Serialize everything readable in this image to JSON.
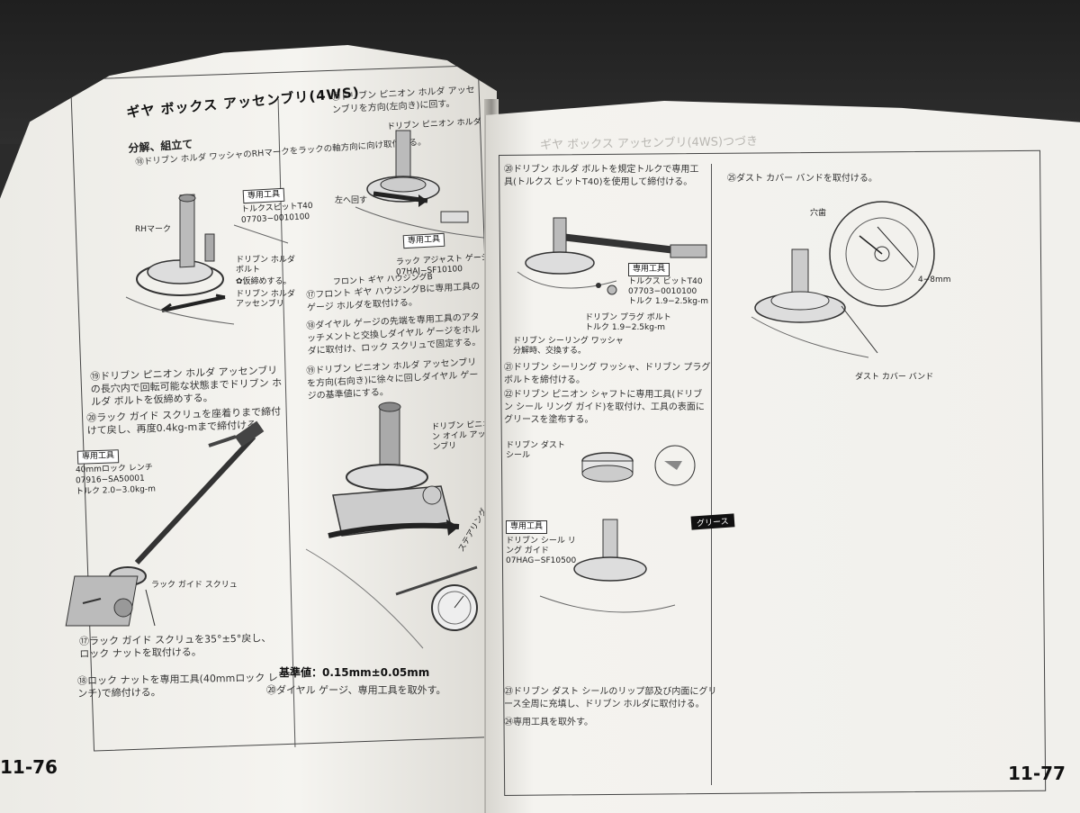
{
  "left_page": {
    "title": "ギヤ ボックス アッセンブリ(4WS)",
    "subtitle": "分解、組立て",
    "col1": {
      "step_intro": "⑱ドリブン ホルダ ワッシャのRHマークをラックの軸方向に向け取付ける。",
      "fig1": {
        "tool_tag": "専用工具",
        "tool_name": "トルクスビットT40",
        "tool_number": "07703−0010100",
        "rh_mark": "RHマーク",
        "holder_bolt": "ドリブン ホルダ ボルト",
        "replace_note": "✿仮締めする。",
        "holder_assy": "ドリブン ホルダ アッセンブリ"
      },
      "step_a": "⑲ドリブン ピニオン ホルダ アッセンブリの長穴内で回転可能な状態までドリブン ホルダ ボルトを仮締めする。",
      "step_b": "⑳ラック ガイド スクリュを座着りまで締付けて戻し、再度0.4kg-mまで締付ける。",
      "fig2": {
        "tool_tag": "専用工具",
        "tool_name": "40mmロック レンチ",
        "tool_number": "07916−SA50001",
        "torque": "トルク 2.0−3.0kg-m",
        "screw_label": "ラック ガイド スクリュ"
      },
      "step_c": "⑰ラック ガイド スクリュを35°±5°戻し、ロック ナットを取付ける。",
      "step_d": "⑱ロック ナットを専用工具(40mmロック レンチ)で締付ける。"
    },
    "col2": {
      "step_intro": "⑯ドリブン ピニオン ホルダ アッセンブリを方向(左向き)に回す。",
      "fig3": {
        "pinion_label": "ドリブン ピニオン ホルダ アッセンブリ",
        "turn_left": "左へ回す",
        "tool_tag": "専用工具",
        "tool_name": "ラック アジャスト ゲージ",
        "tool_number": "07HAJ−SF10100",
        "front_housing": "フロント ギヤ ハウジングB"
      },
      "step_a": "⑰フロント ギヤ ハウジングBに専用工具のゲージ ホルダを取付ける。",
      "step_b": "⑱ダイヤル ゲージの先端を専用工具のアタッチメントと交換しダイヤル ゲージをホルダに取付け、ロック スクリュで固定する。",
      "step_c": "⑲ドリブン ピニオン ホルダ アッセンブリを方向(右向き)に徐々に回しダイヤル ゲージの基準値にする。",
      "fig4": {
        "pinion_label": "ドリブン ピニオン オイル アッセンブリ",
        "steering_label": "ステアリング"
      },
      "spec": "基準値：0.15mm±0.05mm",
      "step_d": "⑳ダイヤル ゲージ、専用工具を取外す。"
    },
    "page_number": "11-76"
  },
  "right_page": {
    "ghost_title": "ギヤ ボックス アッセンブリ(4WS)つづき",
    "col1": {
      "step_intro": "⑳ドリブン ホルダ ボルトを規定トルクで専用工具(トルクス ビットT40)を使用して締付ける。",
      "fig5": {
        "tool_tag": "専用工具",
        "tool_name": "トルクス ビットT40",
        "tool_number": "07703−0010100",
        "torque": "トルク 1.9−2.5kg-m",
        "plug_bolt": "ドリブン プラグ ボルト",
        "plug_torque": "トルク 1.9−2.5kg-m",
        "washer": "ドリブン シーリング ワッシャ",
        "washer_note": "分解時、交換する。"
      },
      "step_a": "㉑ドリブン シーリング ワッシャ、ドリブン プラグ ボルトを締付ける。",
      "step_b": "㉒ドリブン ピニオン シャフトに専用工具(ドリブン シール リング ガイド)を取付け、工具の表面にグリースを塗布する。",
      "fig6": {
        "dust_seal": "ドリブン ダスト シール",
        "grease": "グリース",
        "tool_tag": "専用工具",
        "tool_name": "ドリブン シール リング ガイド",
        "tool_number": "07HAG−SF10500"
      },
      "step_c": "㉓ドリブン ダスト シールのリップ部及び内面にグリース全周に充填し、ドリブン ホルダに取付ける。",
      "step_d": "㉔専用工具を取外す。"
    },
    "col2": {
      "step_intro": "㉕ダスト カバー バンドを取付ける。",
      "fig7": {
        "mark_label": "穴歯",
        "dim_label": "4−8mm",
        "band_label": "ダスト カバー バンド"
      }
    },
    "page_number": "11-77"
  }
}
